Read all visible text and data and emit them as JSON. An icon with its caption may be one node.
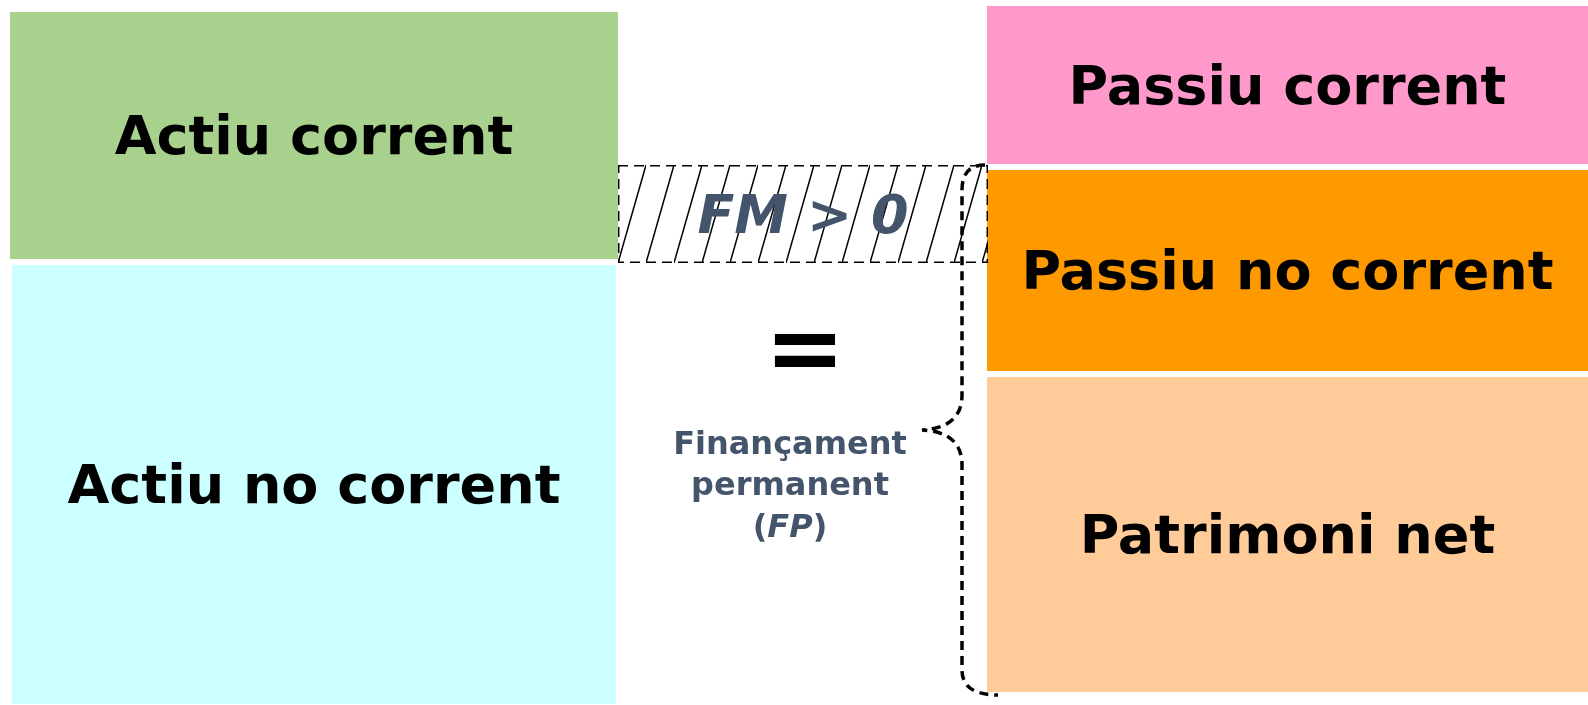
{
  "diagram": {
    "nodes": [
      {
        "text": [
          "Actiu corrent"
        ]
      },
      {
        "text": [
          "Actiu no corrent"
        ]
      },
      {
        "text": [
          "Passiu corrent"
        ]
      },
      {
        "text": [
          "Passiu no corrent"
        ]
      },
      {
        "text": [
          "Patrimoni net"
        ]
      },
      {
        "text": [
          "FM > 0"
        ]
      },
      {
        "text": [
          "Finançament permanent (*FP*)"
        ]
      }
    ],
    "labels": [
      "="
    ]
  }
}
